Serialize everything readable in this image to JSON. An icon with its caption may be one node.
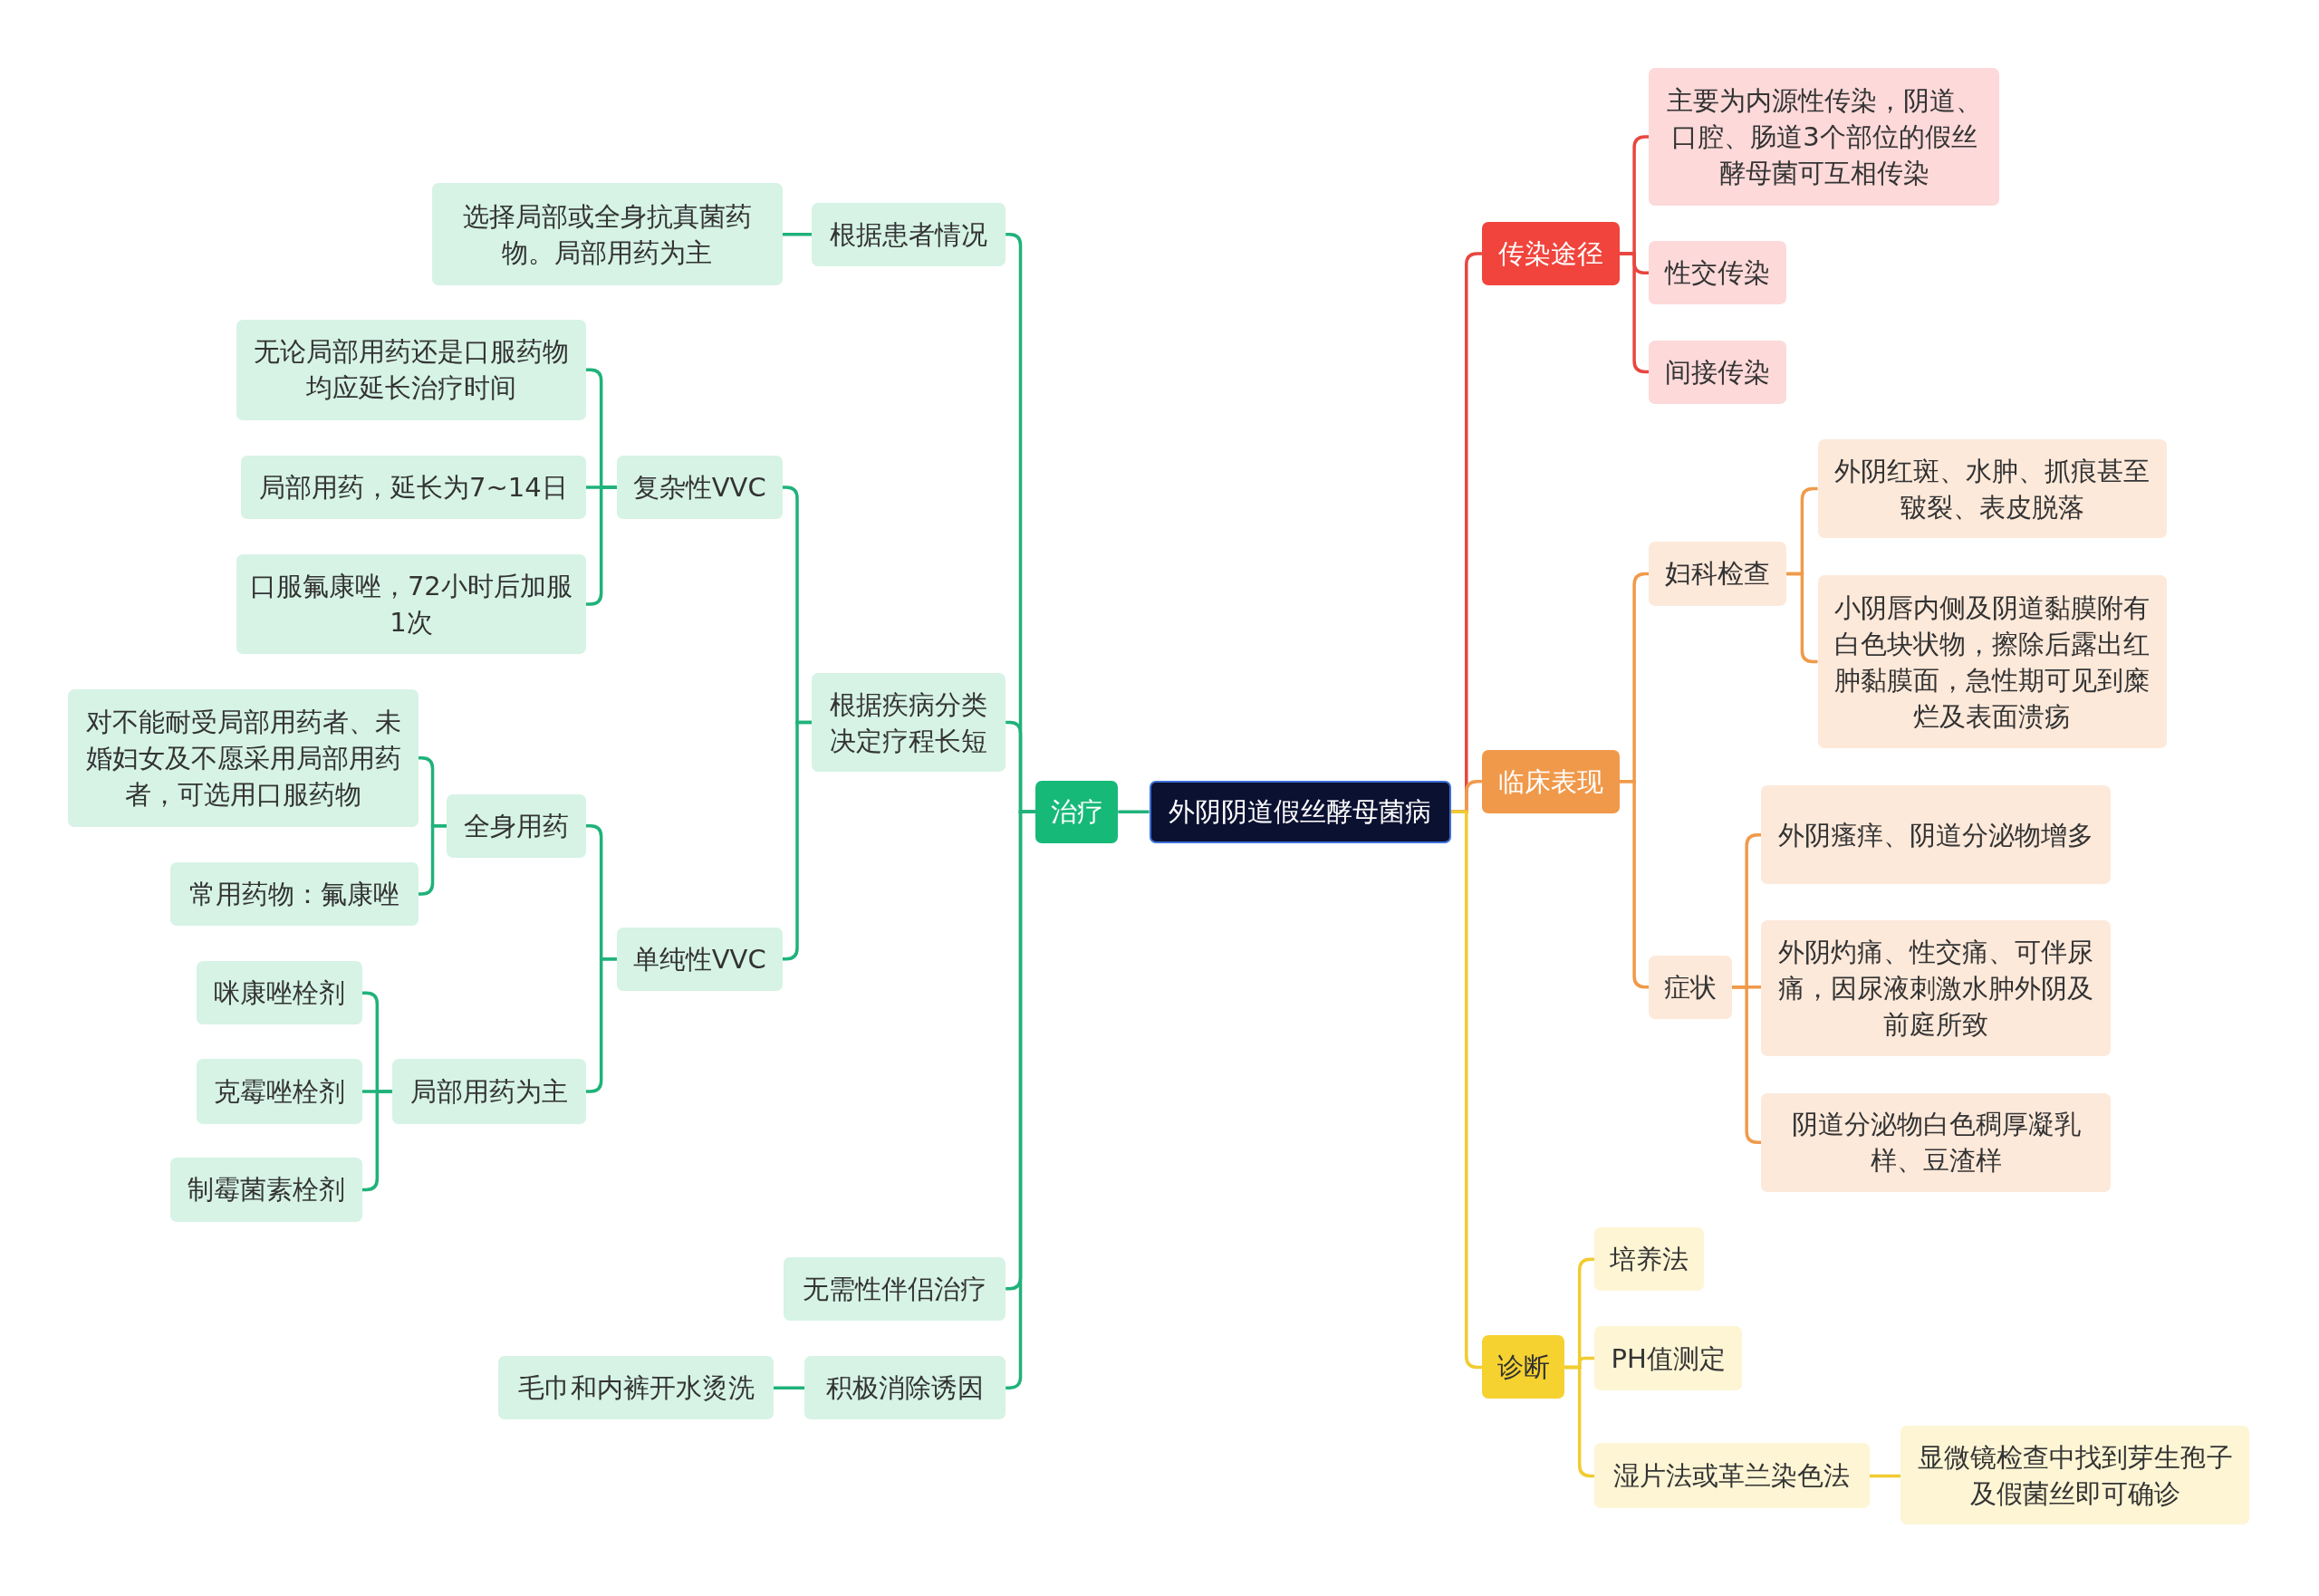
{
  "diagram": {
    "nodes": [
      {
        "text": [
          "外阴阴道假丝酵母菌病"
        ]
      },
      {
        "text": [
          "治疗"
        ]
      },
      {
        "text": [
          "根据患者情况"
        ]
      },
      {
        "text": [
          "选择局部或全身抗真菌药物。局部用药为主"
        ]
      },
      {
        "text": [
          "根据疾病分类决定疗程长短"
        ]
      },
      {
        "text": [
          "复杂性VVC"
        ]
      },
      {
        "text": [
          "无论局部用药还是口服药物均应延长治疗时间"
        ]
      },
      {
        "text": [
          "局部用药，延长为7~14日"
        ]
      },
      {
        "text": [
          "口服氟康唑，72小时后加服1次"
        ]
      },
      {
        "text": [
          "单纯性VVC"
        ]
      },
      {
        "text": [
          "全身用药"
        ]
      },
      {
        "text": [
          "对不能耐受局部用药者、未婚妇女及不愿采用局部用药者，可选用口服药物"
        ]
      },
      {
        "text": [
          "常用药物：氟康唑"
        ]
      },
      {
        "text": [
          "局部用药为主"
        ]
      },
      {
        "text": [
          "咪康唑栓剂"
        ]
      },
      {
        "text": [
          "克霉唑栓剂"
        ]
      },
      {
        "text": [
          "制霉菌素栓剂"
        ]
      },
      {
        "text": [
          "无需性伴侣治疗"
        ]
      },
      {
        "text": [
          "积极消除诱因"
        ]
      },
      {
        "text": [
          "毛巾和内裤开水烫洗"
        ]
      },
      {
        "text": [
          "传染途径"
        ]
      },
      {
        "text": [
          "主要为内源性传染，阴道、口腔、肠道3个部位的假丝酵母菌可互相传染"
        ]
      },
      {
        "text": [
          "性交传染"
        ]
      },
      {
        "text": [
          "间接传染"
        ]
      },
      {
        "text": [
          "临床表现"
        ]
      },
      {
        "text": [
          "妇科检查"
        ]
      },
      {
        "text": [
          "外阴红斑、水肿、抓痕甚至皲裂、表皮脱落"
        ]
      },
      {
        "text": [
          "小阴唇内侧及阴道黏膜附有白色块状物，擦除后露出红肿黏膜面，急性期可见到糜烂及表面溃疡"
        ]
      },
      {
        "text": [
          "症状"
        ]
      },
      {
        "text": [
          "外阴瘙痒、阴道分泌物增多"
        ]
      },
      {
        "text": [
          "外阴灼痛、性交痛、可伴尿痛，因尿液刺激水肿外阴及前庭所致"
        ]
      },
      {
        "text": [
          "阴道分泌物白色稠厚凝乳样、豆渣样"
        ]
      },
      {
        "text": [
          "诊断"
        ]
      },
      {
        "text": [
          "培养法"
        ]
      },
      {
        "text": [
          "PH值测定"
        ]
      },
      {
        "text": [
          "湿片法或革兰染色法"
        ]
      },
      {
        "text": [
          "显微镜检查中找到芽生孢子及假菌丝即可确诊"
        ]
      }
    ],
    "edges": [
      {
        "from": 0,
        "to": 1,
        "arrow": "none",
        "color": "#1fb27a"
      },
      {
        "from": 1,
        "to": 2,
        "arrow": "none",
        "color": "#1fb27a"
      },
      {
        "from": 2,
        "to": 3,
        "arrow": "none",
        "color": "#1fb27a"
      },
      {
        "from": 1,
        "to": 4,
        "arrow": "none",
        "color": "#1fb27a"
      },
      {
        "from": 4,
        "to": 5,
        "arrow": "none",
        "color": "#1fb27a"
      },
      {
        "from": 5,
        "to": 6,
        "arrow": "none",
        "color": "#1fb27a"
      },
      {
        "from": 5,
        "to": 7,
        "arrow": "none",
        "color": "#1fb27a"
      },
      {
        "from": 5,
        "to": 8,
        "arrow": "none",
        "color": "#1fb27a"
      },
      {
        "from": 4,
        "to": 9,
        "arrow": "none",
        "color": "#1fb27a"
      },
      {
        "from": 9,
        "to": 10,
        "arrow": "none",
        "color": "#1fb27a"
      },
      {
        "from": 10,
        "to": 11,
        "arrow": "none",
        "color": "#1fb27a"
      },
      {
        "from": 10,
        "to": 12,
        "arrow": "none",
        "color": "#1fb27a"
      },
      {
        "from": 9,
        "to": 13,
        "arrow": "none",
        "color": "#1fb27a"
      },
      {
        "from": 13,
        "to": 14,
        "arrow": "none",
        "color": "#1fb27a"
      },
      {
        "from": 13,
        "to": 15,
        "arrow": "none",
        "color": "#1fb27a"
      },
      {
        "from": 13,
        "to": 16,
        "arrow": "none",
        "color": "#1fb27a"
      },
      {
        "from": 1,
        "to": 17,
        "arrow": "none",
        "color": "#1fb27a"
      },
      {
        "from": 1,
        "to": 18,
        "arrow": "none",
        "color": "#1fb27a"
      },
      {
        "from": 18,
        "to": 19,
        "arrow": "none",
        "color": "#1fb27a"
      },
      {
        "from": 0,
        "to": 20,
        "arrow": "none",
        "color": "#e8463f"
      },
      {
        "from": 20,
        "to": 21,
        "arrow": "none",
        "color": "#e8463f"
      },
      {
        "from": 20,
        "to": 22,
        "arrow": "none",
        "color": "#e8463f"
      },
      {
        "from": 20,
        "to": 23,
        "arrow": "none",
        "color": "#e8463f"
      },
      {
        "from": 0,
        "to": 24,
        "arrow": "none",
        "color": "#f09a4a"
      },
      {
        "from": 24,
        "to": 25,
        "arrow": "none",
        "color": "#f09a4a"
      },
      {
        "from": 25,
        "to": 26,
        "arrow": "none",
        "color": "#f09a4a"
      },
      {
        "from": 25,
        "to": 27,
        "arrow": "none",
        "color": "#f09a4a"
      },
      {
        "from": 24,
        "to": 28,
        "arrow": "none",
        "color": "#f09a4a"
      },
      {
        "from": 28,
        "to": 29,
        "arrow": "none",
        "color": "#f09a4a"
      },
      {
        "from": 28,
        "to": 30,
        "arrow": "none",
        "color": "#f09a4a"
      },
      {
        "from": 28,
        "to": 31,
        "arrow": "none",
        "color": "#f09a4a"
      },
      {
        "from": 0,
        "to": 32,
        "arrow": "none",
        "color": "#f0cc30"
      },
      {
        "from": 32,
        "to": 33,
        "arrow": "none",
        "color": "#f0cc30"
      },
      {
        "from": 32,
        "to": 34,
        "arrow": "none",
        "color": "#f0cc30"
      },
      {
        "from": 32,
        "to": 35,
        "arrow": "none",
        "color": "#f0cc30"
      },
      {
        "from": 35,
        "to": 36,
        "arrow": "none",
        "color": "#f0cc30"
      }
    ]
  }
}
